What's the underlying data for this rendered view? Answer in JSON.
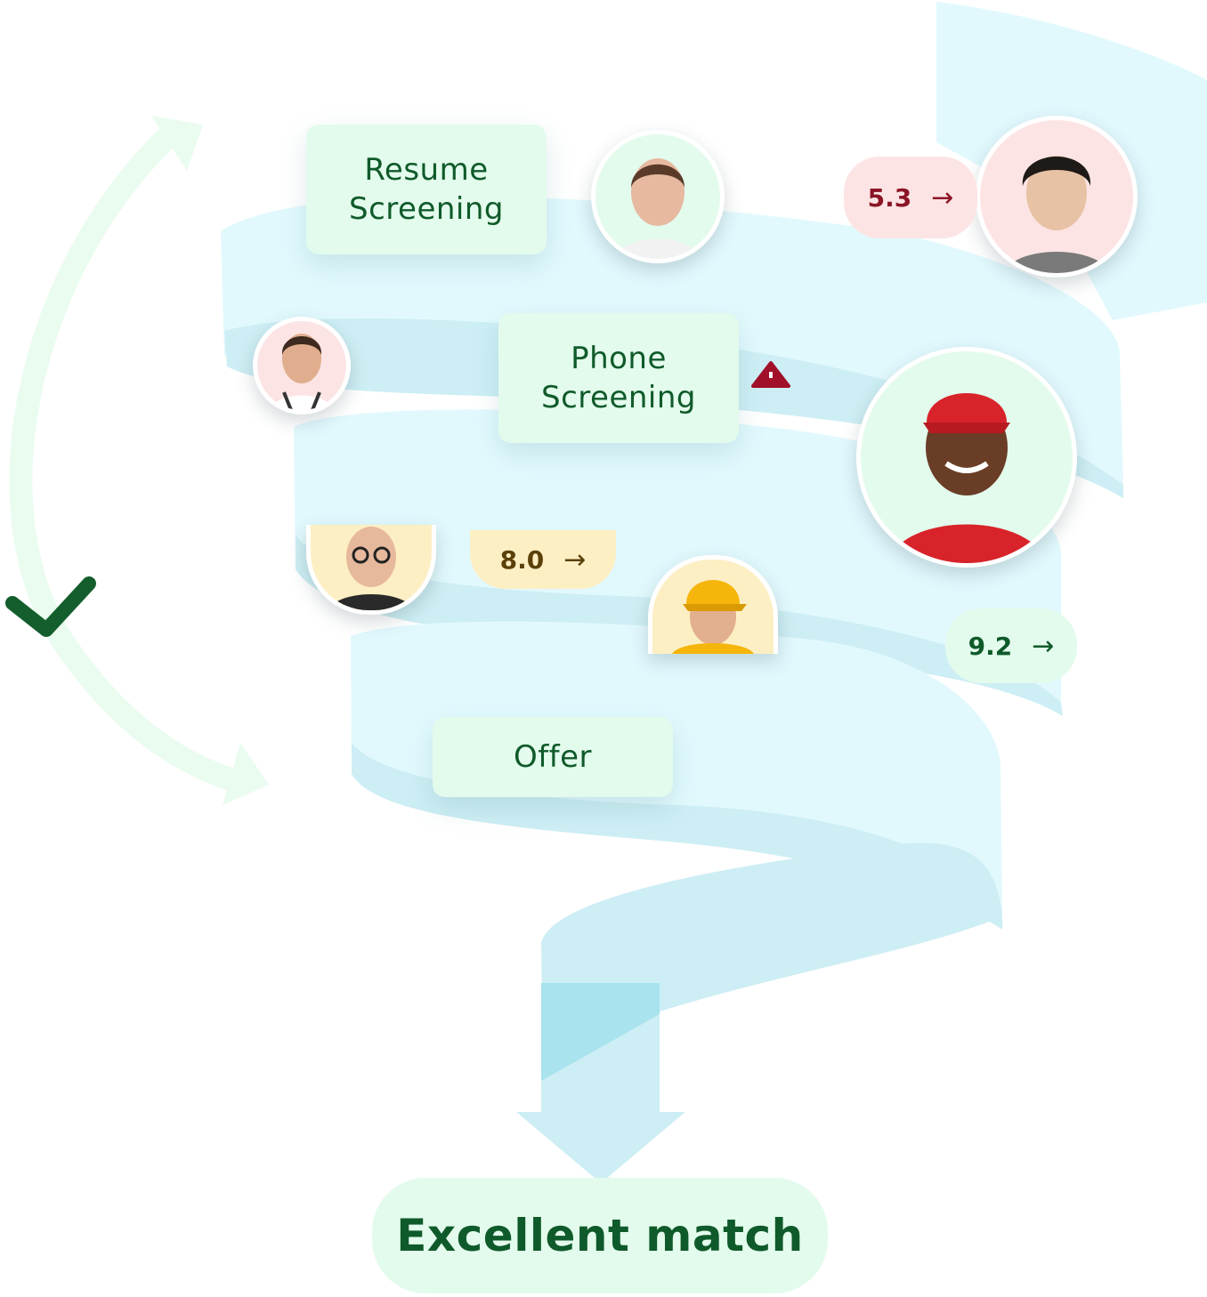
{
  "stages": {
    "resume": "Resume\nScreening",
    "phone": "Phone\nScreening",
    "offer": "Offer"
  },
  "scores": {
    "red": "5.3",
    "yellow": "8.0",
    "green": "9.2"
  },
  "result_label": "Excellent match",
  "icons": {
    "arrow": "→",
    "check": "check-icon",
    "warning": "warning-icon"
  },
  "colors": {
    "ribbon_light": "#e1f9fd",
    "ribbon_dark": "#cdeef4",
    "label_bg": "#e3fbec",
    "label_text": "#0f5a2a",
    "red_pill_bg": "#fde4e4",
    "red_pill_text": "#8b1426",
    "yellow_pill_bg": "#fdefc4",
    "yellow_pill_text": "#5b4108",
    "green_pill_bg": "#e3fbec",
    "green_pill_text": "#0f5a2a"
  }
}
